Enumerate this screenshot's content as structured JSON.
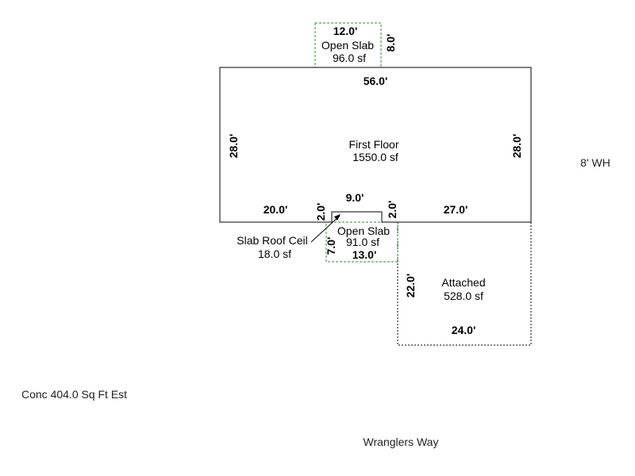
{
  "colors": {
    "line": "#000000",
    "open_slab_outline": "#2e8b2e",
    "background": "#ffffff"
  },
  "areas": {
    "first_floor": {
      "name": "First Floor",
      "area": "1550.0 sf",
      "dims": {
        "top": "56.0'",
        "left": "28.0'",
        "right": "28.0'",
        "bottom_left": "20.0'",
        "bottom_right": "27.0'",
        "notch_width": "9.0'",
        "notch_left": "2.0'",
        "notch_right": "2.0'"
      }
    },
    "open_slab_top": {
      "name": "Open Slab",
      "area": "96.0 sf",
      "dims": {
        "width": "12.0'",
        "depth": "8.0'"
      }
    },
    "open_slab_bottom": {
      "name": "Open Slab",
      "area": "91.0 sf",
      "dims": {
        "width": "13.0'",
        "depth": "7.0'"
      }
    },
    "slab_roof_ceil": {
      "name": "Slab Roof Ceil",
      "area": "18.0 sf"
    },
    "attached": {
      "name": "Attached",
      "area": "528.0 sf",
      "dims": {
        "width": "24.0'",
        "depth": "22.0'"
      }
    }
  },
  "notes": {
    "water_heater": "8' WH",
    "concrete": "Conc 404.0 Sq Ft Est",
    "street": "Wranglers Way"
  }
}
